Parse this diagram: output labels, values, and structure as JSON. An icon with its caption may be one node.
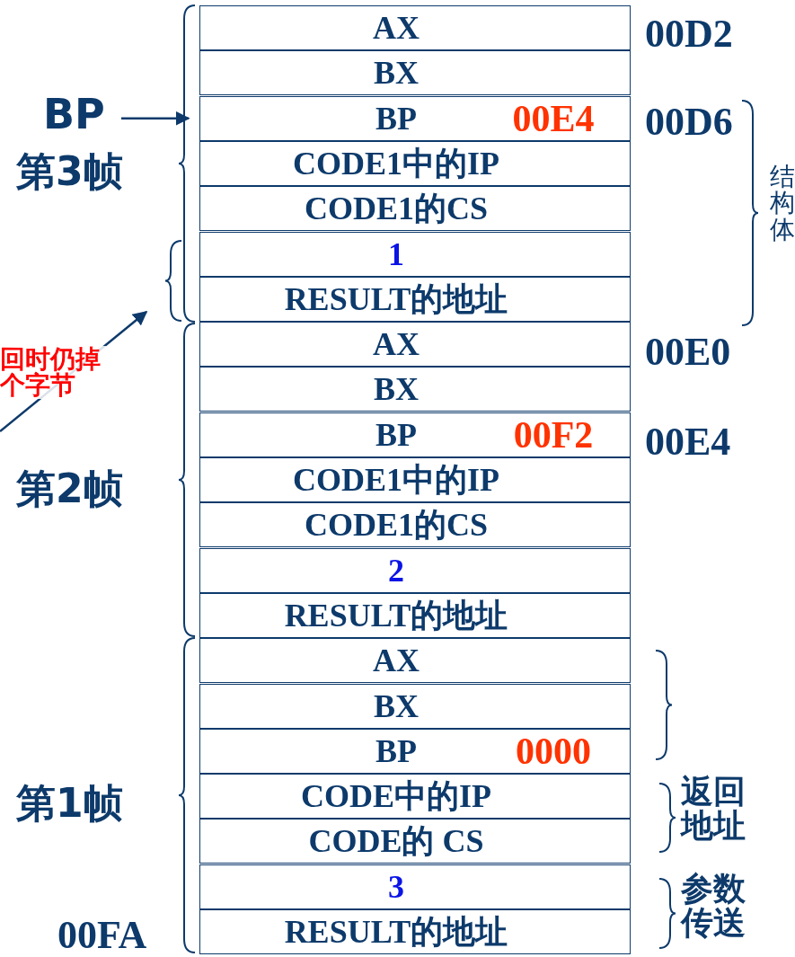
{
  "diagram": {
    "nodes": [
      {
        "text": [
          "AX"
        ]
      },
      {
        "text": [
          "BX"
        ]
      },
      {
        "text": [
          "BP",
          "00E4"
        ]
      },
      {
        "text": [
          "CODE1中的IP"
        ]
      },
      {
        "text": [
          "CODE1的CS"
        ]
      },
      {
        "text": [
          "1"
        ]
      },
      {
        "text": [
          "RESULT的地址"
        ]
      },
      {
        "text": [
          "AX"
        ]
      },
      {
        "text": [
          "BX"
        ]
      },
      {
        "text": [
          "BP",
          "00F2"
        ]
      },
      {
        "text": [
          "CODE1中的IP"
        ]
      },
      {
        "text": [
          "CODE1的CS"
        ]
      },
      {
        "text": [
          "2"
        ]
      },
      {
        "text": [
          "RESULT的地址"
        ]
      },
      {
        "text": [
          "AX"
        ]
      },
      {
        "text": [
          "BX"
        ]
      },
      {
        "text": [
          "BP",
          "0000"
        ]
      },
      {
        "text": [
          "CODE中的IP"
        ]
      },
      {
        "text": [
          "CODE的 CS"
        ]
      },
      {
        "text": [
          "3"
        ]
      },
      {
        "text": [
          "RESULT的地址"
        ]
      },
      {
        "text": [
          "BP"
        ]
      },
      {
        "text": [],
        "shape": "bracket"
      }
    ],
    "edges": [
      {
        "from": 21,
        "to": 2,
        "arrow": "to"
      },
      {
        "from": null,
        "to": 22,
        "arrow": "to"
      }
    ],
    "labels": [
      "00D2",
      "00D6",
      "第3帧",
      "结构体",
      "回时仍掉个字节",
      "00E0",
      "00E4",
      "第2帧",
      "第1帧",
      "返回地址",
      "参数传送",
      "00FA"
    ]
  }
}
